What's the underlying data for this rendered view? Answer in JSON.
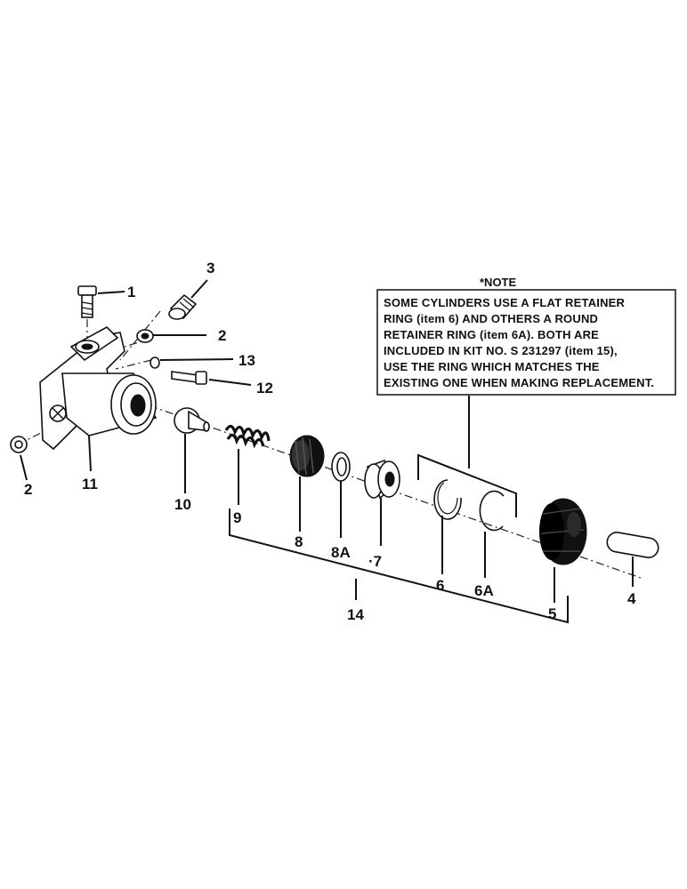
{
  "note": {
    "heading": "*NOTE",
    "lines": [
      "SOME CYLINDERS USE A FLAT RETAINER",
      "RING (item 6) AND OTHERS A ROUND",
      "RETAINER RING (item 6A).  BOTH ARE",
      "INCLUDED IN KIT NO. S 231297 (item 15),",
      "USE THE RING WHICH MATCHES THE",
      "EXISTING ONE WHEN MAKING REPLACEMENT."
    ]
  },
  "callouts": {
    "c1": "1",
    "c2a": "2",
    "c2b": "2",
    "c3": "3",
    "c4": "4",
    "c5": "5",
    "c6": "6",
    "c6a": "6A",
    "c7": "·7",
    "c8": "8",
    "c8a": "8A",
    "c9": "9",
    "c10": "10",
    "c11": "11",
    "c12": "12",
    "c13": "13",
    "c14": "14"
  }
}
